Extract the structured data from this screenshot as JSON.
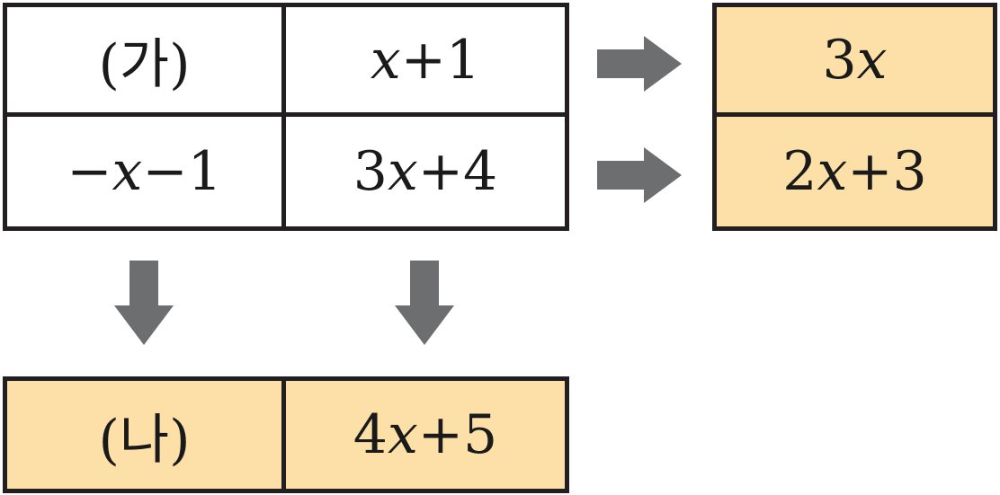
{
  "main_table": {
    "row1": {
      "c1": "(가)",
      "c2_var": "x",
      "c2_rest": "+1"
    },
    "row2": {
      "c1_pre": "−",
      "c1_var": "x",
      "c1_post": "−1",
      "c2_pre": "3",
      "c2_var": "x",
      "c2_post": "+4"
    }
  },
  "right_results": {
    "r1_pre": "3",
    "r1_var": "x",
    "r2_pre": "2",
    "r2_var": "x",
    "r2_post": "+3"
  },
  "bottom_results": {
    "c1": "(나)",
    "c2_pre": "4",
    "c2_var": "x",
    "c2_post": "+5"
  },
  "colors": {
    "border": "#231f20",
    "result_fill": "#fde0a8",
    "arrow": "#6d6e70"
  },
  "icons": {
    "right_arrow": "arrow-right-icon",
    "down_arrow": "arrow-down-icon"
  }
}
